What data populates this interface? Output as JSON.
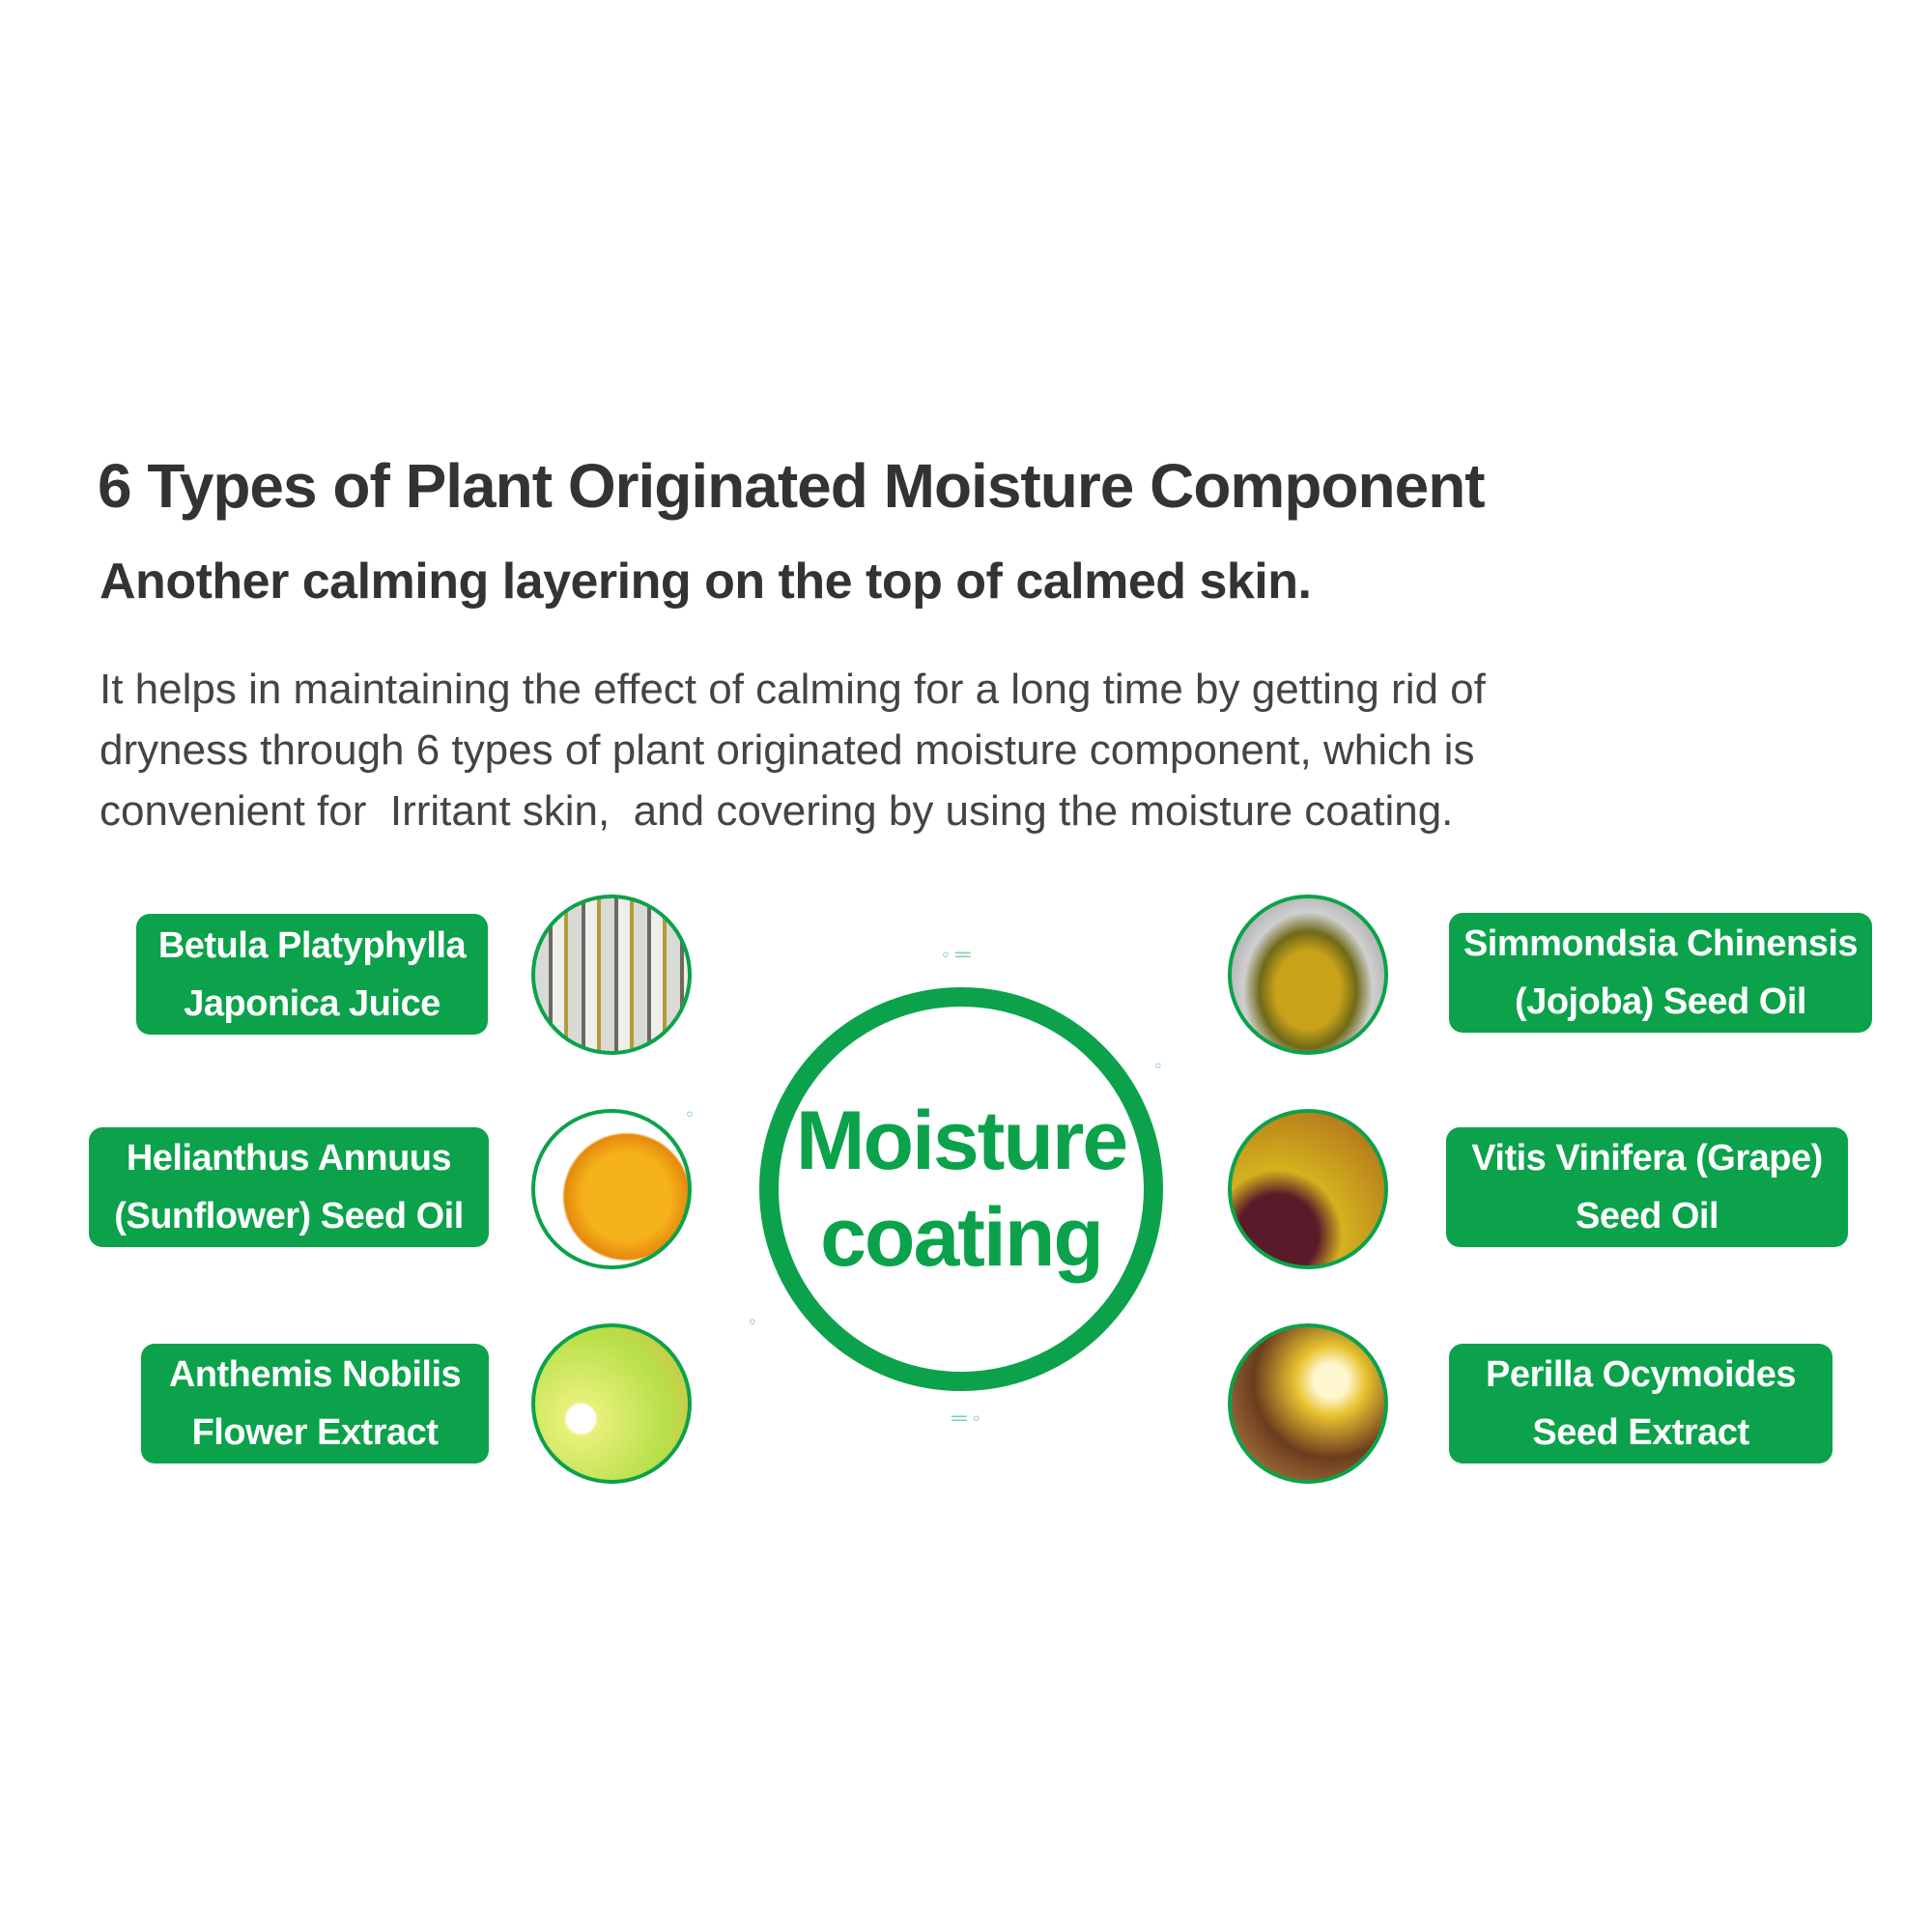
{
  "header": {
    "title": "6 Types of Plant Originated Moisture Component",
    "subtitle": "Another calming layering on the top of calmed skin.",
    "description_lines": [
      "It helps in maintaining the effect of calming for a long time by getting rid of",
      "dryness through 6 types of plant originated moisture component, which is",
      "convenient for  Irritant skin,  and covering by using the moisture coating."
    ]
  },
  "center": {
    "line1": "Moisture",
    "line2": "coating"
  },
  "ingredients": [
    {
      "line1": "Betula Platyphylla",
      "line2": "Japonica Juice",
      "icon": "birch-trees-photo"
    },
    {
      "line1": "Helianthus Annuus",
      "line2": "(Sunflower) Seed Oil",
      "icon": "sunflower-oil-photo"
    },
    {
      "line1": "Anthemis Nobilis",
      "line2": "Flower Extract",
      "icon": "chamomile-photo"
    },
    {
      "line1": "Simmondsia Chinensis",
      "line2": "(Jojoba) Seed Oil",
      "icon": "jojoba-oil-photo"
    },
    {
      "line1": "Vitis Vinifera (Grape)",
      "line2": "Seed Oil",
      "icon": "grape-oil-photo"
    },
    {
      "line1": "Perilla Ocymoides",
      "line2": "Seed Extract",
      "icon": "perilla-seed-photo"
    }
  ],
  "colors": {
    "accent": "#0ba24b",
    "text": "#333333"
  }
}
